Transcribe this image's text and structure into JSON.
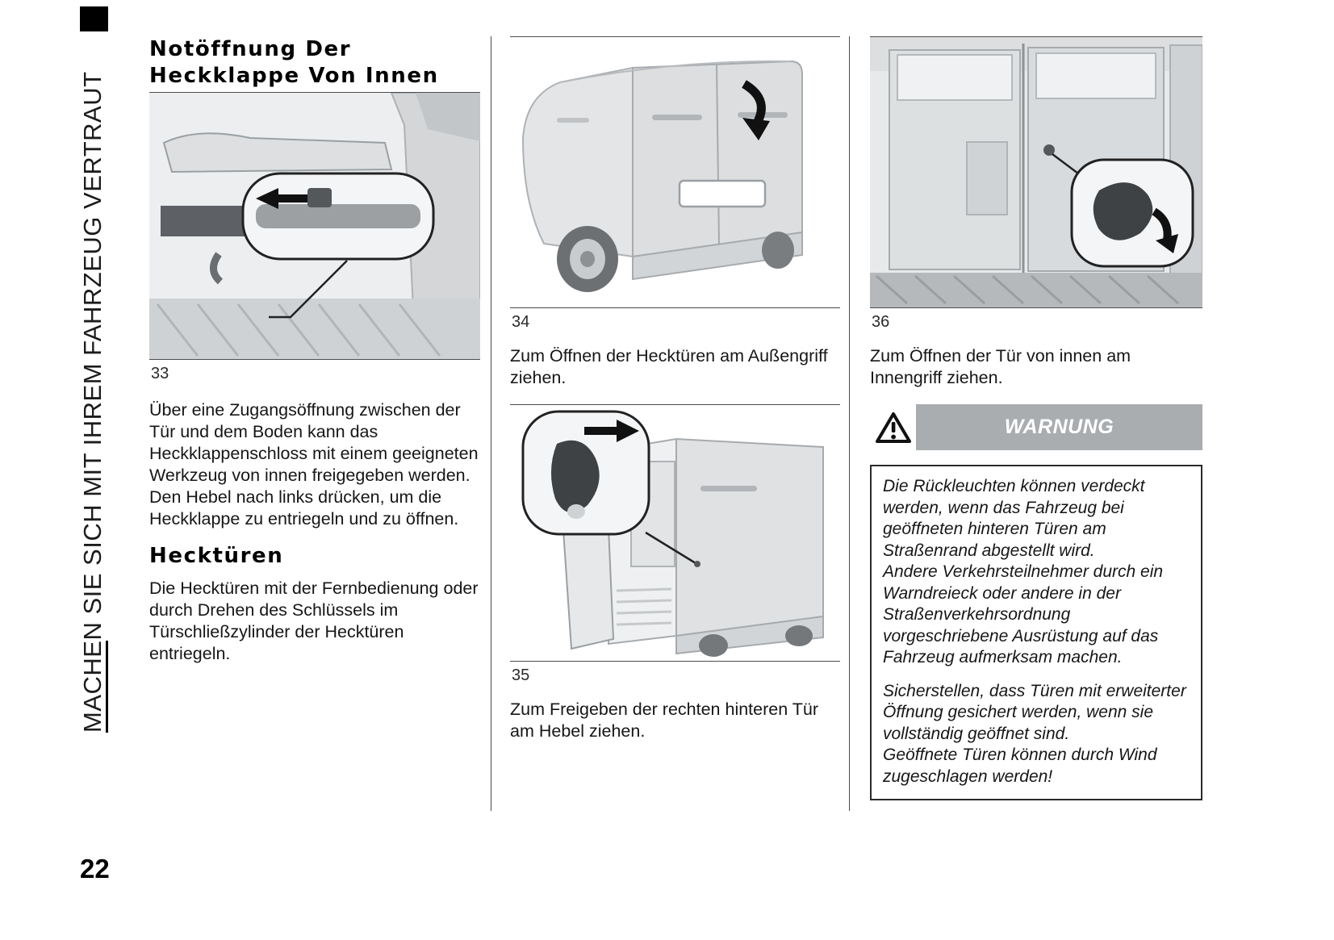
{
  "page": {
    "number": "22"
  },
  "sidebar": {
    "title": "MACHEN SIE SICH MIT IHREM FAHRZEUG VERTRAUT"
  },
  "column1": {
    "heading": "Notöffnung Der Heckklappe Von Innen",
    "figure": {
      "number": "33"
    },
    "paragraph1": "Über eine Zugangsöffnung zwischen der Tür und dem Boden kann das Heckklappenschloss mit einem geeigneten Werkzeug von innen freigegeben werden.",
    "paragraph2": "Den Hebel nach links drücken, um die Heckklappe zu entriegeln und zu öffnen.",
    "heading2": "Hecktüren",
    "paragraph3": "Die Hecktüren mit der Fernbedienung oder durch Drehen des Schlüssels im Türschließzylinder der Hecktüren entriegeln."
  },
  "column2": {
    "figure_top": {
      "number": "34",
      "caption": "Zum Öffnen der Hecktüren am Außengriff ziehen."
    },
    "figure_bottom": {
      "number": "35",
      "caption": "Zum Freigeben der rechten hinteren Tür am Hebel ziehen."
    }
  },
  "column3": {
    "figure": {
      "number": "36",
      "caption": "Zum Öffnen der Tür von innen am Innengriff ziehen."
    },
    "warning": {
      "title": "WARNUNG",
      "paragraphs": [
        "Die Rückleuchten können verdeckt werden, wenn das Fahrzeug bei geöffneten hinteren Türen am Straßenrand abgestellt wird.",
        "Andere Verkehrsteilnehmer durch ein Warndreieck oder andere in der Straßenverkehrsordnung vorgeschriebene Ausrüstung auf das Fahrzeug aufmerksam machen.",
        "Sicherstellen, dass Türen mit erweiterter Öffnung gesichert werden, wenn sie vollständig geöffnet sind.",
        "Geöffnete Türen können durch Wind zugeschlagen werden!"
      ]
    }
  },
  "colors": {
    "warning_bar": "#a9adb0",
    "rule": "#4d4d4d",
    "art_gray": "#dfe1e3"
  }
}
